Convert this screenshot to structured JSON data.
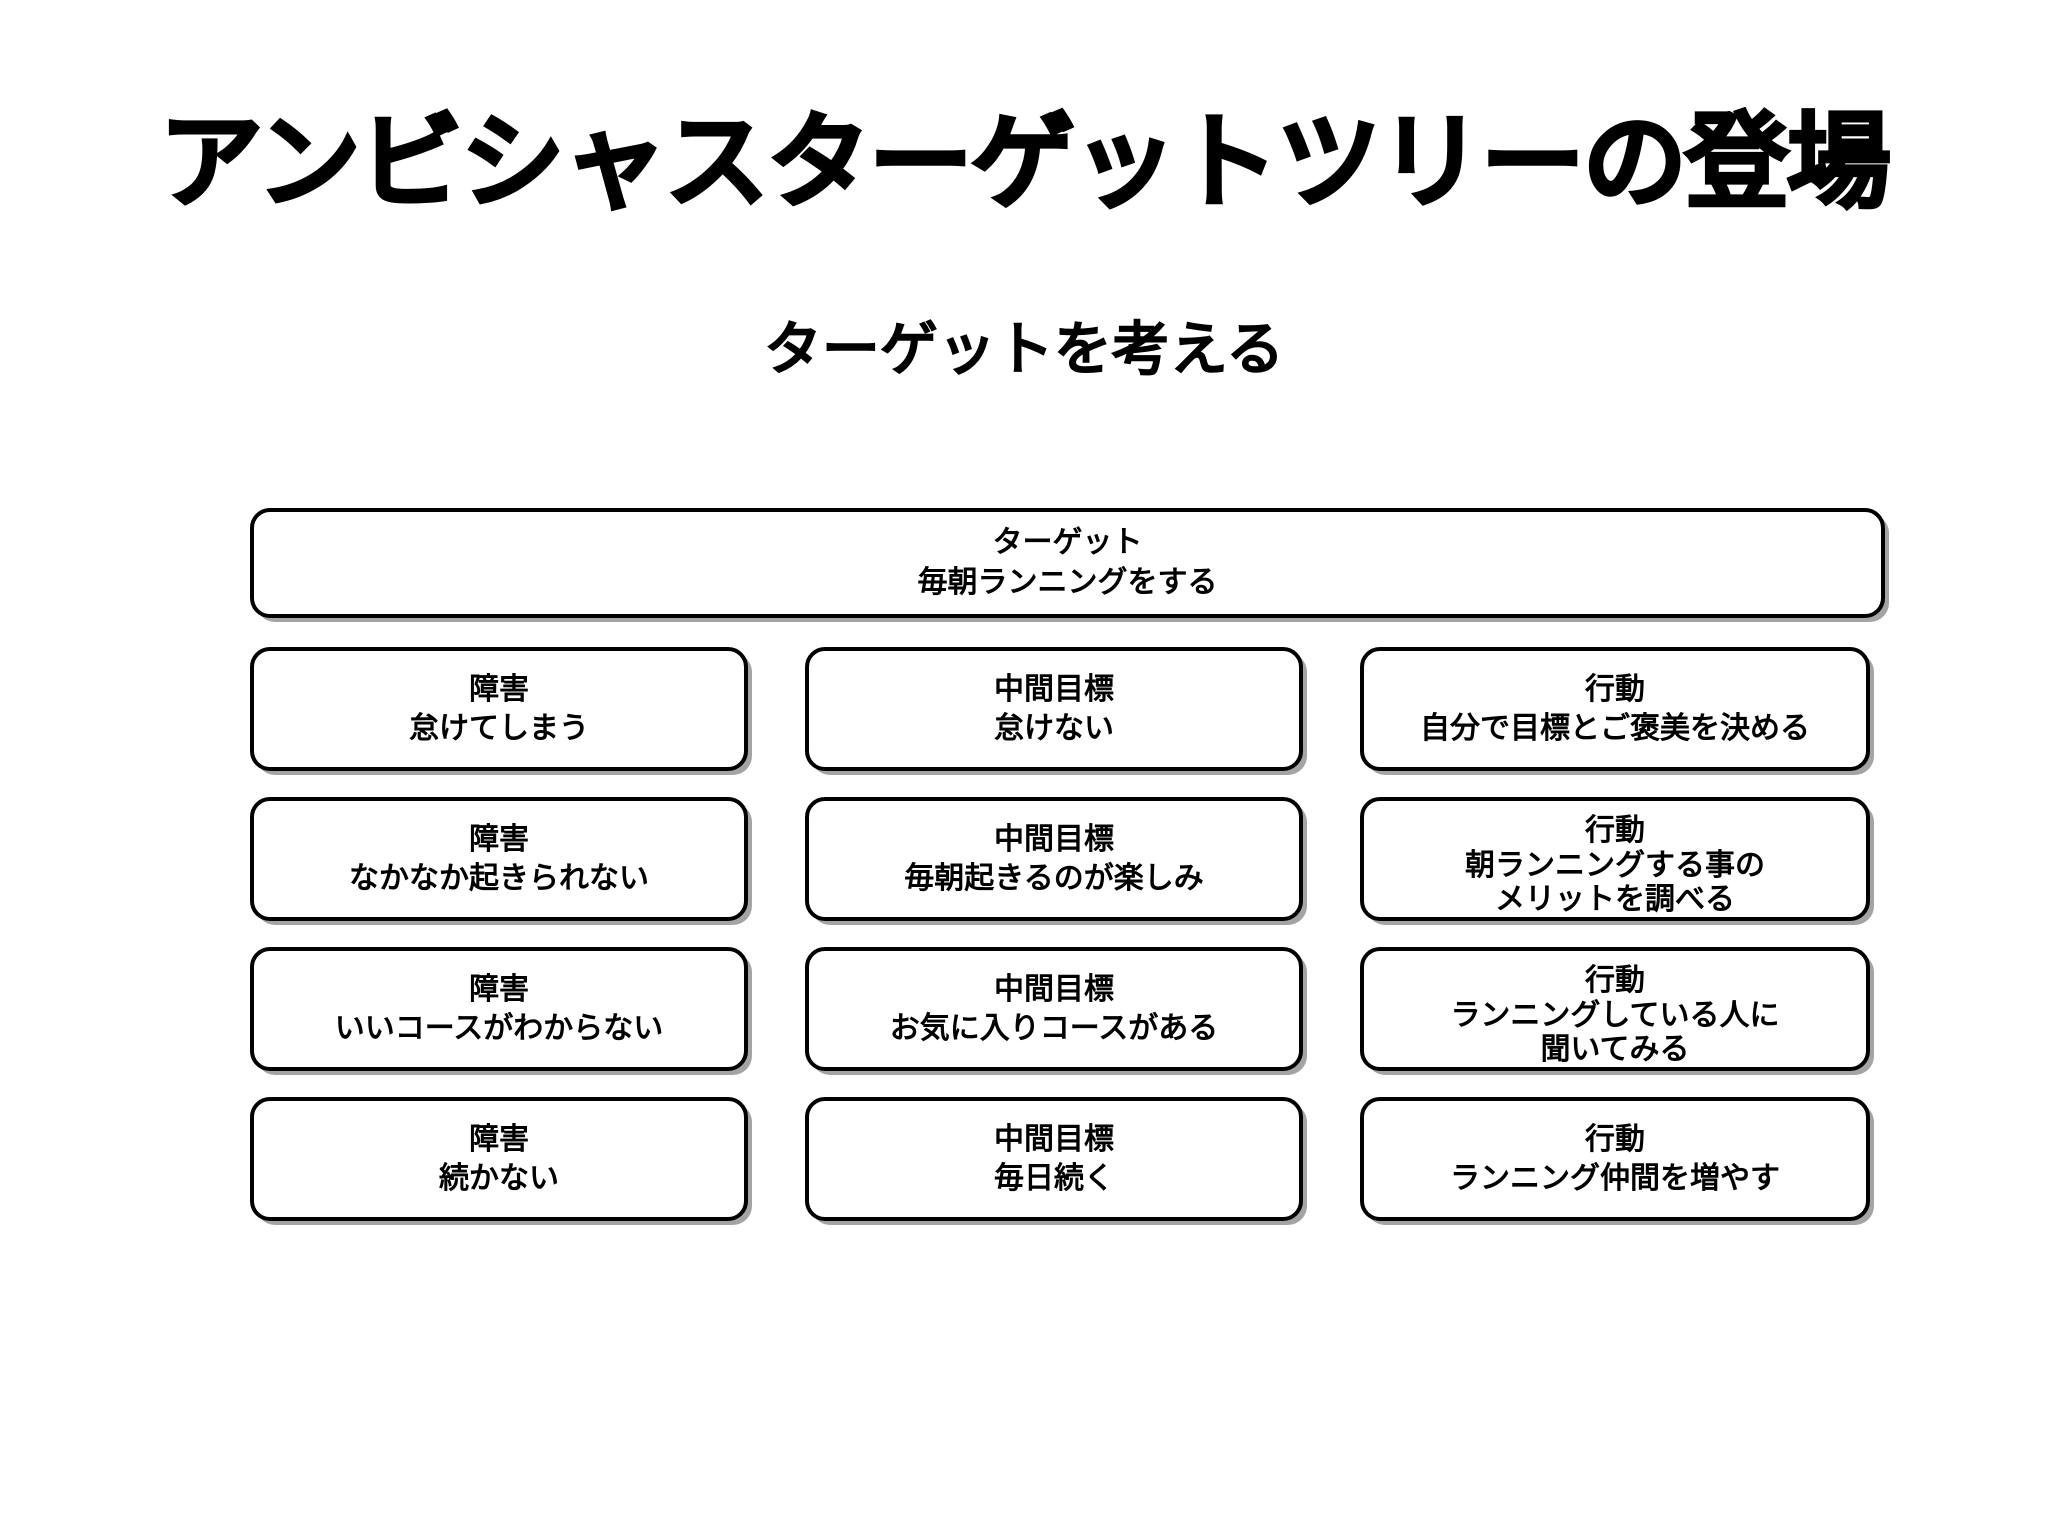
{
  "slide": {
    "title": "アンビシャスターゲットツリーの登場",
    "subtitle": "ターゲットを考える"
  },
  "tree": {
    "root": {
      "heading": "ターゲット",
      "text": "毎朝ランニングをする"
    },
    "columns": [
      {
        "key": "obstacles",
        "heading": "障害",
        "items": [
          {
            "heading": "障害",
            "lines": [
              "怠けてしまう"
            ]
          },
          {
            "heading": "障害",
            "lines": [
              "なかなか起きられない"
            ]
          },
          {
            "heading": "障害",
            "lines": [
              "いいコースがわからない"
            ]
          },
          {
            "heading": "障害",
            "lines": [
              "続かない"
            ]
          }
        ]
      },
      {
        "key": "intermediate-objectives",
        "heading": "中間目標",
        "items": [
          {
            "heading": "中間目標",
            "lines": [
              "怠けない"
            ]
          },
          {
            "heading": "中間目標",
            "lines": [
              "毎朝起きるのが楽しみ"
            ]
          },
          {
            "heading": "中間目標",
            "lines": [
              "お気に入りコースがある"
            ]
          },
          {
            "heading": "中間目標",
            "lines": [
              "毎日続く"
            ]
          }
        ]
      },
      {
        "key": "actions",
        "heading": "行動",
        "items": [
          {
            "heading": "行動",
            "lines": [
              "自分で目標とご褒美を決める"
            ]
          },
          {
            "heading": "行動",
            "lines": [
              "朝ランニングする事の",
              "メリットを調べる"
            ]
          },
          {
            "heading": "行動",
            "lines": [
              "ランニングしている人に",
              "聞いてみる"
            ]
          },
          {
            "heading": "行動",
            "lines": [
              "ランニング仲間を増やす"
            ]
          }
        ]
      }
    ]
  },
  "colors": {
    "background": "#ffffff",
    "text": "#000000",
    "border": "#000000",
    "shadow": "#5a5a5a"
  }
}
